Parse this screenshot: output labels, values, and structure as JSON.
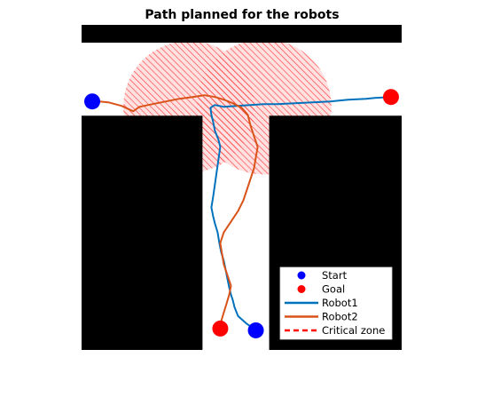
{
  "chart_data": {
    "type": "path-plan",
    "title": "Path planned for the robots",
    "grid": false,
    "axes_visible": false,
    "xlim": [
      0,
      360
    ],
    "ylim": [
      0,
      365
    ],
    "obstacles": [
      {
        "name": "top-wall",
        "x": [
          0,
          360
        ],
        "y": [
          345,
          365
        ]
      },
      {
        "name": "left-block",
        "x": [
          0,
          136
        ],
        "y": [
          0,
          263
        ]
      },
      {
        "name": "right-block",
        "x": [
          211,
          360
        ],
        "y": [
          0,
          263
        ]
      }
    ],
    "critical_zone": {
      "color": "#ff0000",
      "circles": [
        {
          "cx": 121,
          "cy": 273,
          "r": 74
        },
        {
          "cx": 205,
          "cy": 273,
          "r": 76
        }
      ]
    },
    "start_points": [
      {
        "x": 12,
        "y": 279
      },
      {
        "x": 196,
        "y": 22
      }
    ],
    "goal_points": [
      {
        "x": 348,
        "y": 284
      },
      {
        "x": 156,
        "y": 24
      }
    ],
    "series": [
      {
        "name": "Robot1",
        "color": "#0072bd",
        "x": [
          196,
          192,
          185,
          176,
          172,
          170,
          168,
          166,
          164,
          162,
          160,
          157,
          155,
          153,
          150,
          148,
          146,
          148,
          150,
          152,
          154,
          156,
          154,
          150,
          148,
          146,
          145,
          150,
          160,
          175,
          190,
          205,
          220,
          240,
          260,
          280,
          300,
          320,
          330,
          348
        ],
        "y": [
          22,
          25,
          30,
          38,
          48,
          56,
          62,
          70,
          80,
          90,
          100,
          110,
          120,
          132,
          142,
          150,
          160,
          172,
          186,
          200,
          214,
          228,
          236,
          246,
          256,
          264,
          272,
          275,
          273,
          274,
          275,
          276,
          276,
          277,
          278,
          279,
          281,
          282,
          283,
          284
        ]
      },
      {
        "name": "Robot2",
        "color": "#d95319",
        "x": [
          156,
          157,
          160,
          163,
          166,
          168,
          164,
          160,
          158,
          156,
          160,
          168,
          176,
          182,
          186,
          190,
          194,
          196,
          198,
          194,
          190,
          187,
          180,
          170,
          160,
          150,
          138,
          125,
          110,
          95,
          80,
          65,
          58,
          45,
          30,
          20,
          12
        ],
        "y": [
          24,
          32,
          42,
          52,
          62,
          72,
          84,
          96,
          108,
          120,
          132,
          144,
          156,
          168,
          180,
          192,
          204,
          216,
          228,
          240,
          252,
          264,
          272,
          277,
          281,
          284,
          286,
          284,
          282,
          279,
          276,
          273,
          268,
          274,
          278,
          279,
          279
        ]
      }
    ],
    "legend": {
      "placement": "bottom-right",
      "entries": [
        {
          "label": "Start",
          "kind": "marker",
          "color": "#0000ff"
        },
        {
          "label": "Goal",
          "kind": "marker",
          "color": "#ff0000"
        },
        {
          "label": "Robot1",
          "kind": "line",
          "color": "#0072bd"
        },
        {
          "label": "Robot2",
          "kind": "line",
          "color": "#d95319"
        },
        {
          "label": "Critical zone",
          "kind": "dashed",
          "color": "#ff0000"
        }
      ]
    }
  }
}
